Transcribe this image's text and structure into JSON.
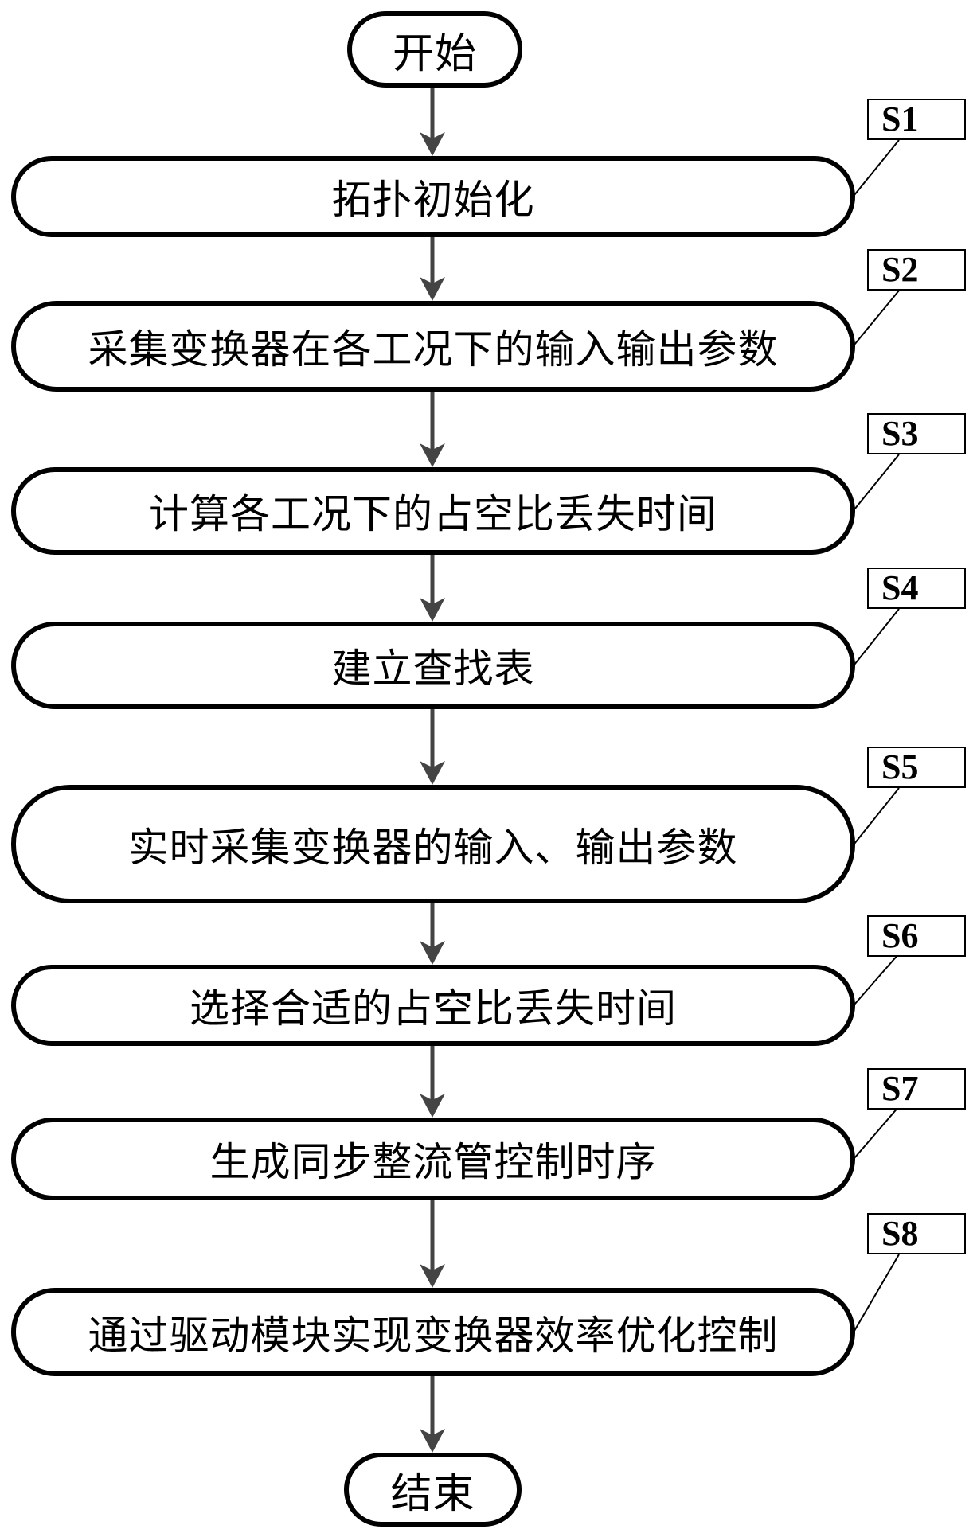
{
  "title": "Flowchart: converter efficiency optimization control",
  "start": {
    "label": "开始"
  },
  "end": {
    "label": "结束"
  },
  "steps": [
    {
      "id": "S1",
      "text": "拓扑初始化"
    },
    {
      "id": "S2",
      "text": "采集变换器在各工况下的输入输出参数"
    },
    {
      "id": "S3",
      "text": "计算各工况下的占空比丢失时间"
    },
    {
      "id": "S4",
      "text": "建立查找表"
    },
    {
      "id": "S5",
      "text": "实时采集变换器的输入、输出参数"
    },
    {
      "id": "S6",
      "text": "选择合适的占空比丢失时间"
    },
    {
      "id": "S7",
      "text": "生成同步整流管控制时序"
    },
    {
      "id": "S8",
      "text": "通过驱动模块实现变换器效率优化控制"
    }
  ],
  "colors": {
    "stroke": "#000000",
    "arrow": "#444444",
    "background": "#ffffff"
  }
}
